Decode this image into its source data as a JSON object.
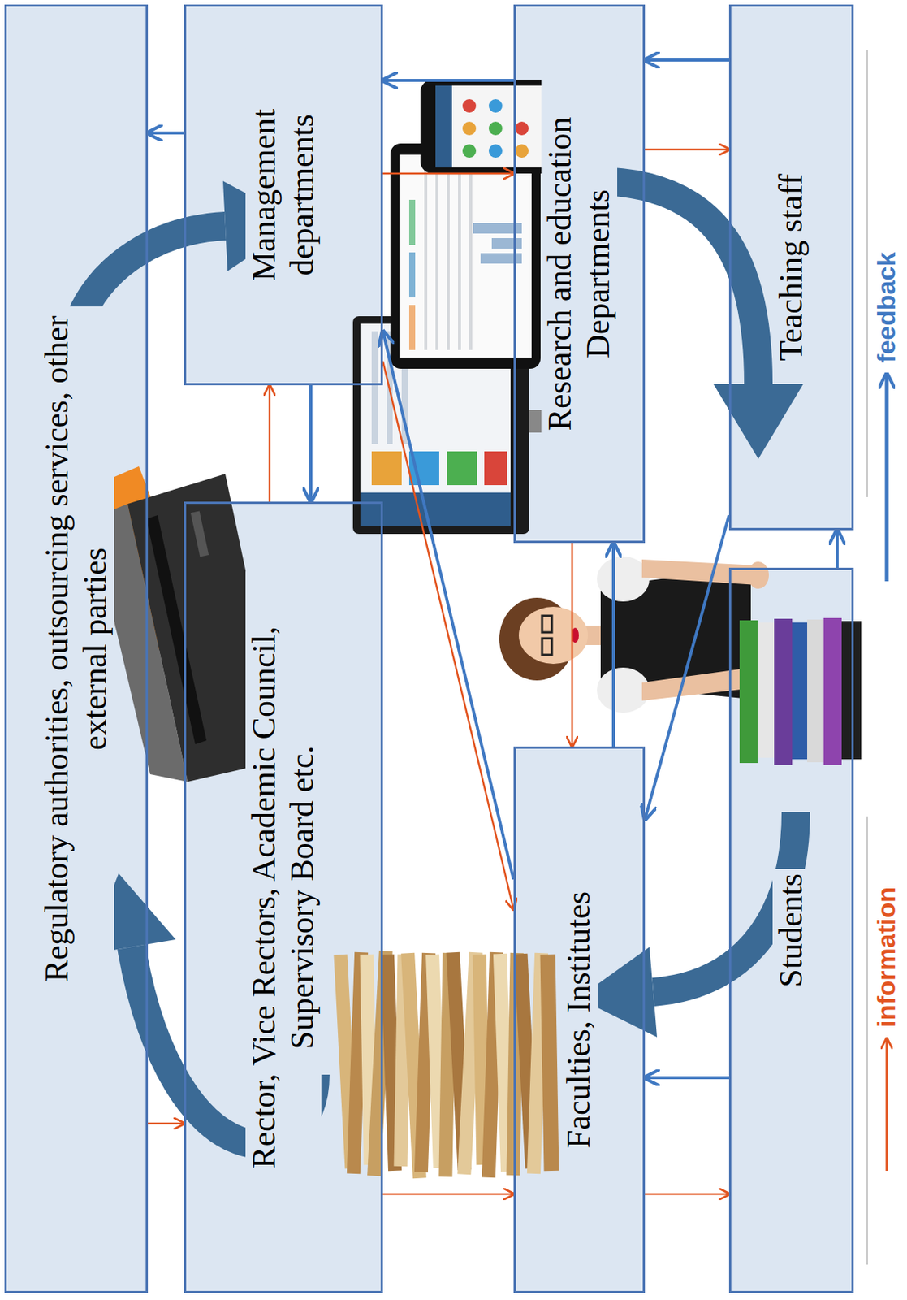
{
  "diagram": {
    "nodes": [
      {
        "text": [
          "Regulatory authorities, outsourcing services, other external parties"
        ]
      },
      {
        "text": [
          "Rector, Vice Rectors, Academic Council, Supervisory Board etc."
        ]
      },
      {
        "text": [
          "Management departments"
        ]
      },
      {
        "text": [
          "Faculties, Institutes"
        ]
      },
      {
        "text": [
          "Research and education Departments"
        ]
      },
      {
        "text": [
          "Students"
        ]
      },
      {
        "text": [
          "Teaching staff"
        ]
      }
    ],
    "edges": [
      {
        "from": 2,
        "to": 0,
        "arrow": "to"
      },
      {
        "from": 4,
        "to": 2,
        "arrow": "to"
      },
      {
        "from": 6,
        "to": 4,
        "arrow": "to"
      },
      {
        "from": 2,
        "to": 1,
        "arrow": "to"
      },
      {
        "from": 1,
        "to": 2,
        "arrow": "to"
      },
      {
        "from": 3,
        "to": 4,
        "arrow": "to"
      },
      {
        "from": 4,
        "to": 3,
        "arrow": "to"
      },
      {
        "from": 5,
        "to": 6,
        "arrow": "to"
      },
      {
        "from": 0,
        "to": 1,
        "arrow": "to"
      },
      {
        "from": 1,
        "to": 3,
        "arrow": "to"
      },
      {
        "from": 3,
        "to": 5,
        "arrow": "to"
      },
      {
        "from": 4,
        "to": 6,
        "arrow": "to"
      },
      {
        "from": 5,
        "to": 3,
        "arrow": "to"
      },
      {
        "from": 2,
        "to": 4,
        "arrow": "to"
      },
      {
        "from": 2,
        "to": 3,
        "arrow": "to"
      },
      {
        "from": 3,
        "to": 2,
        "arrow": "to"
      },
      {
        "from": 6,
        "to": 3,
        "arrow": "to"
      }
    ],
    "legend": [
      {
        "text": "information"
      },
      {
        "text": "feedback"
      }
    ]
  }
}
